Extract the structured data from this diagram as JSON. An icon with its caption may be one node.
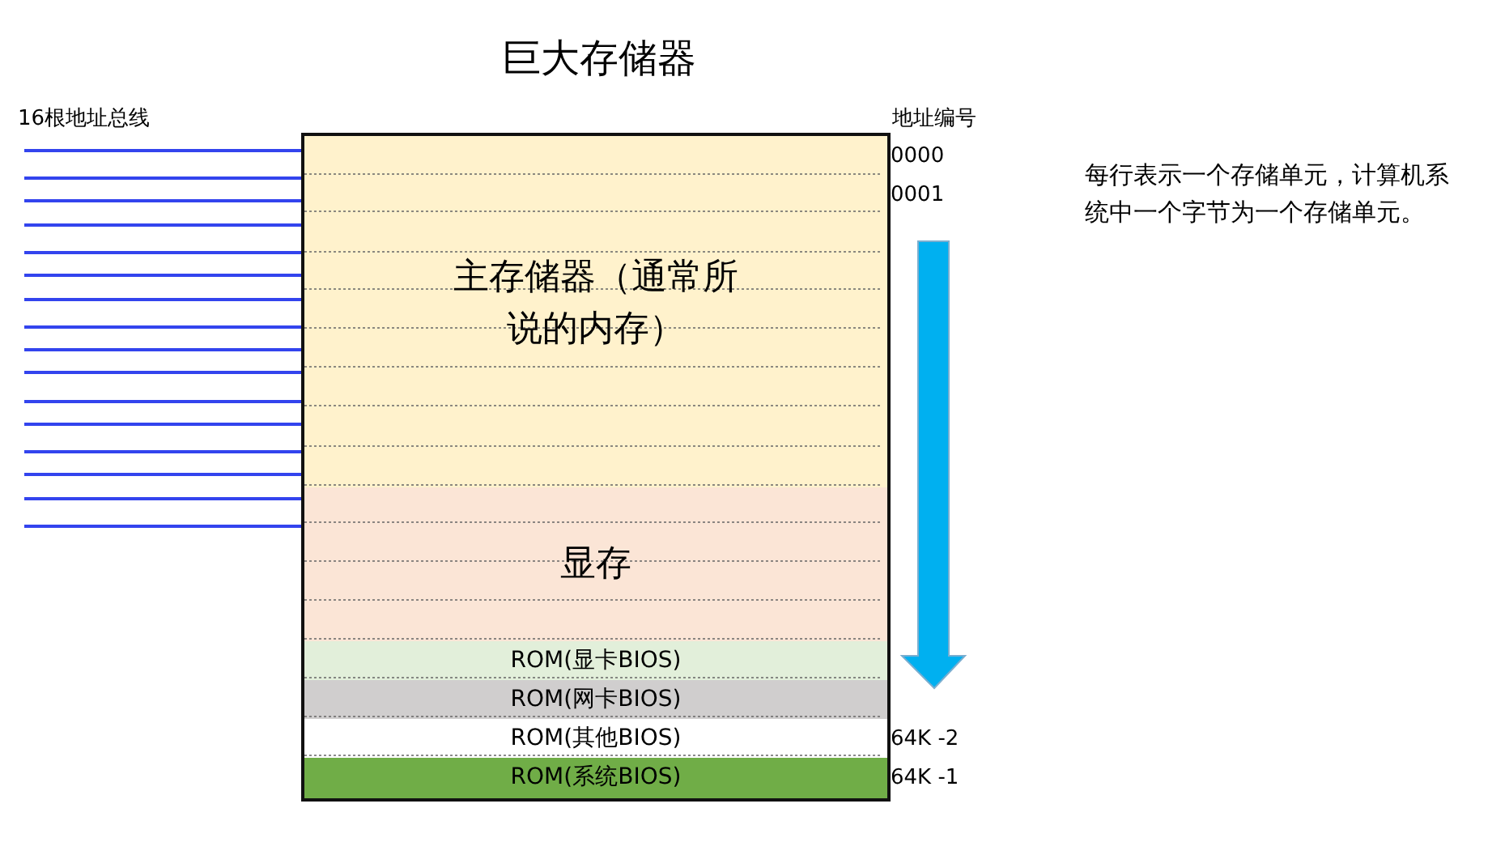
{
  "diagram": {
    "title": "巨大存储器",
    "nodes": [
      {
        "text": [],
        "shape": "box"
      },
      {
        "text": [
          "主存储器（通常所说的内存）"
        ],
        "in": 0
      },
      {
        "text": [
          "显存"
        ],
        "in": 0
      },
      {
        "text": [
          "ROM(显卡BIOS)"
        ],
        "in": 0
      },
      {
        "text": [
          "ROM(网卡BIOS)"
        ],
        "in": 0
      },
      {
        "text": [
          "ROM(其他BIOS)"
        ],
        "in": 0
      },
      {
        "text": [
          "ROM(系统BIOS)"
        ],
        "in": 0
      }
    ],
    "edges": [],
    "labels": [
      "16根地址总线",
      "地址编号",
      "0000",
      "0001",
      "64K -2",
      "64K -1",
      "每行表示一个存储单元，计算机系统中一个字节为一个存储单元。"
    ]
  }
}
